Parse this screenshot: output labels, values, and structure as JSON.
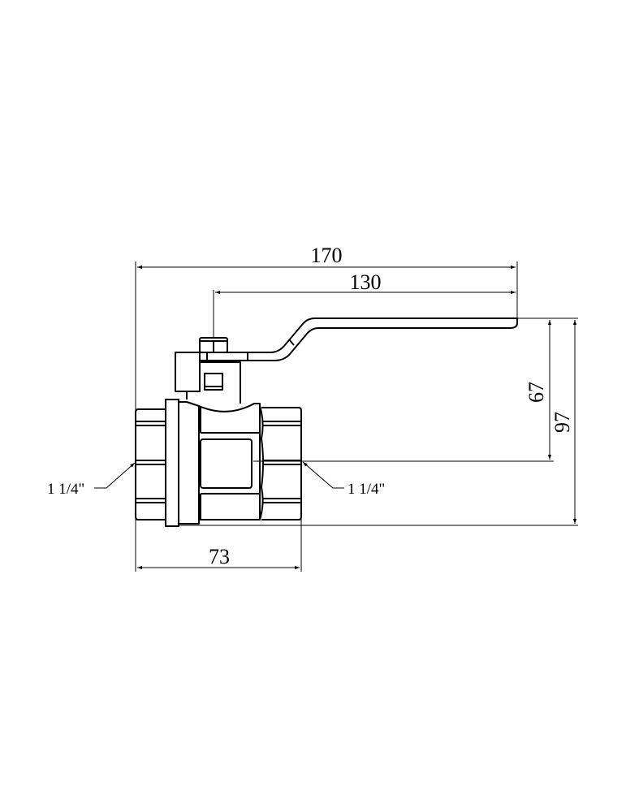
{
  "drawing": {
    "subject": "Ball valve with lever handle, side view",
    "dimensions": {
      "overall_length": "170",
      "handle_length": "130",
      "height_axis_to_top": "67",
      "overall_height": "97",
      "body_length": "73"
    },
    "thread_labels": {
      "left": "1 1/4\"",
      "right": "1 1/4\""
    },
    "colors": {
      "line": "#000000",
      "background": "#ffffff"
    }
  }
}
